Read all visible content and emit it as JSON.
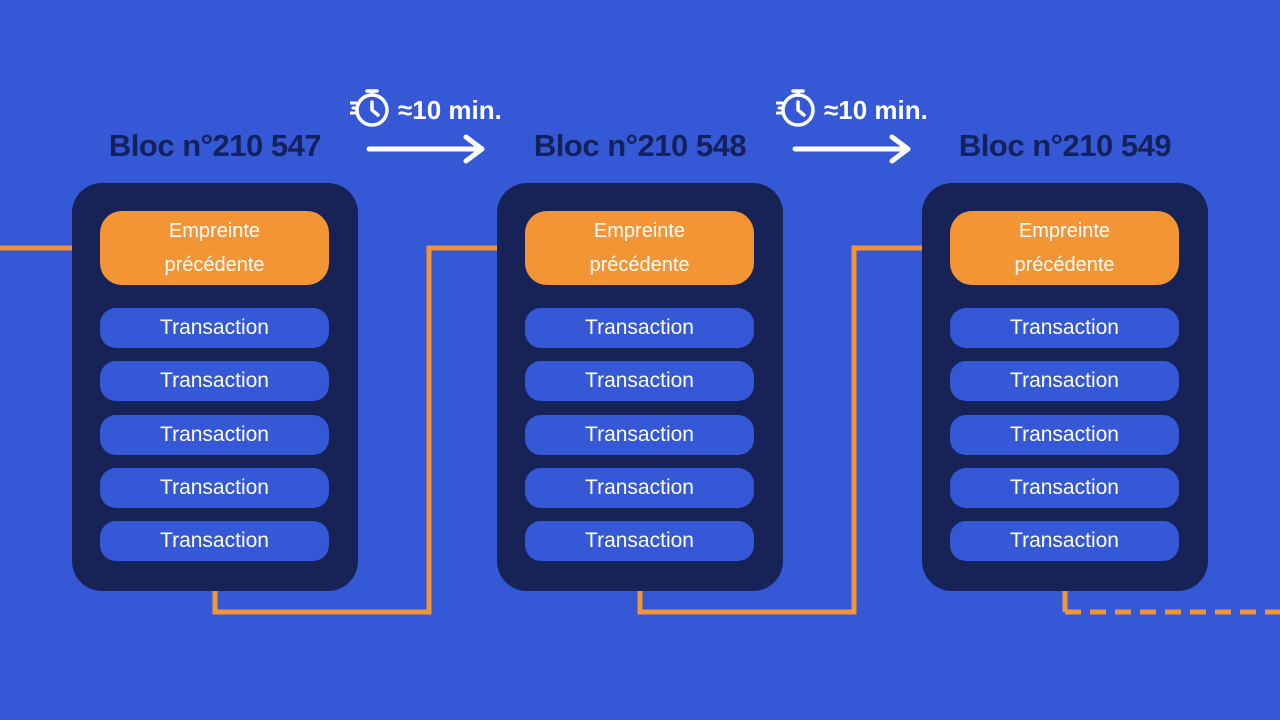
{
  "blocks": [
    {
      "title": "Bloc n°210 547",
      "hash_line1": "Empreinte",
      "hash_line2": "précédente",
      "transactions": [
        "Transaction",
        "Transaction",
        "Transaction",
        "Transaction",
        "Transaction"
      ]
    },
    {
      "title": "Bloc n°210 548",
      "hash_line1": "Empreinte",
      "hash_line2": "précédente",
      "transactions": [
        "Transaction",
        "Transaction",
        "Transaction",
        "Transaction",
        "Transaction"
      ]
    },
    {
      "title": "Bloc n°210 549",
      "hash_line1": "Empreinte",
      "hash_line2": "précédente",
      "transactions": [
        "Transaction",
        "Transaction",
        "Transaction",
        "Transaction",
        "Transaction"
      ]
    }
  ],
  "timers": [
    {
      "label": "≈10 min.",
      "icon": "stopwatch-icon"
    },
    {
      "label": "≈10 min.",
      "icon": "stopwatch-icon"
    }
  ],
  "colors": {
    "background": "#3558d6",
    "block": "#172256",
    "title": "#14215a",
    "hash": "#f39535",
    "link": "#f39535",
    "transaction": "#3558d6",
    "arrow": "#ffffff"
  }
}
